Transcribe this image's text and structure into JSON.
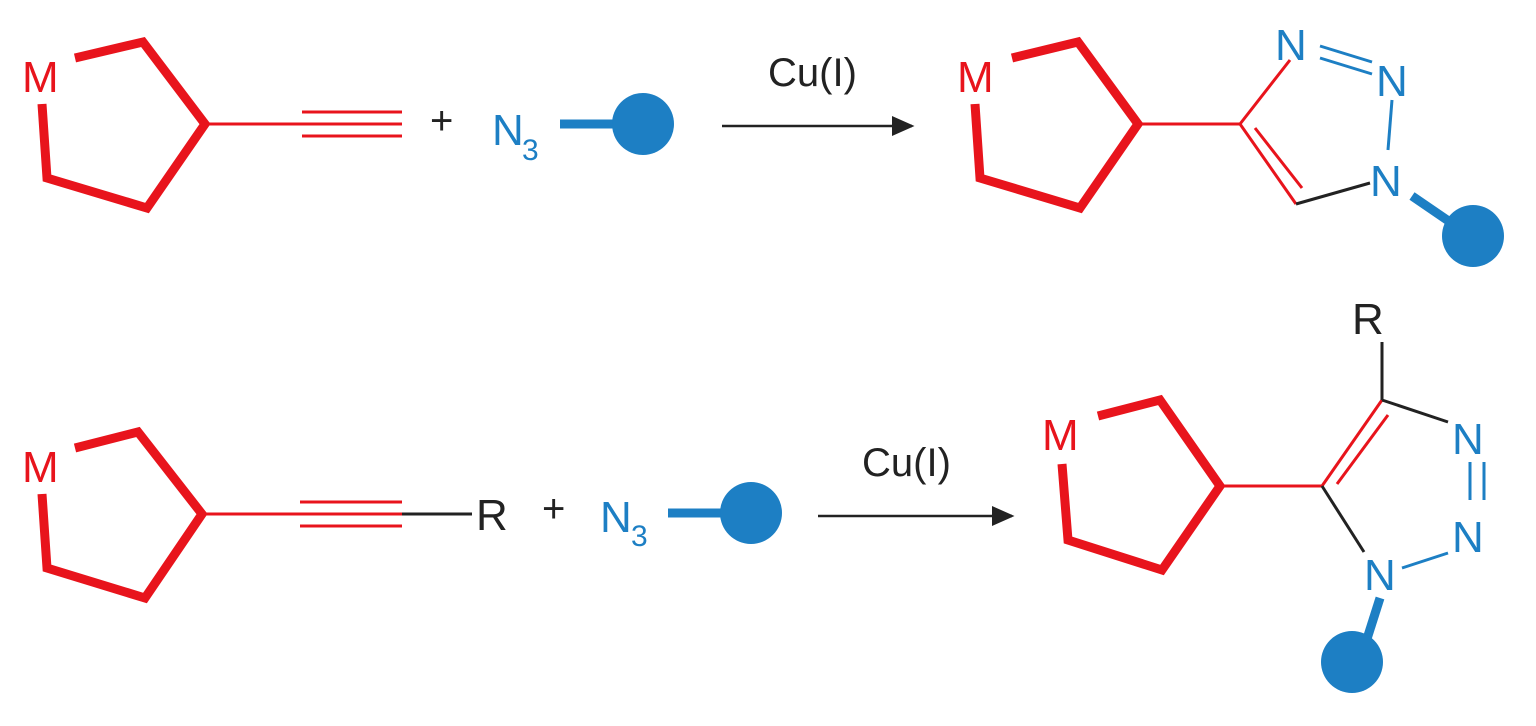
{
  "colors": {
    "metal_complex": "#e8141c",
    "azide": "#1d7fc4",
    "neutral": "#222222",
    "arrow": "#222222"
  },
  "reactions": [
    {
      "alkyne_metal_label": "M",
      "plus_sign": "+",
      "azide_label": "N",
      "azide_subscript": "3",
      "catalyst_label": "Cu(I)",
      "product_metal_label": "M",
      "product_ring_atoms": [
        "N",
        "N",
        "N"
      ]
    },
    {
      "alkyne_metal_label": "M",
      "alkyne_substituent_label": "R",
      "plus_sign": "+",
      "azide_label": "N",
      "azide_subscript": "3",
      "catalyst_label": "Cu(I)",
      "product_metal_label": "M",
      "product_substituent_label": "R",
      "product_ring_atoms": [
        "N",
        "N",
        "N"
      ]
    }
  ]
}
